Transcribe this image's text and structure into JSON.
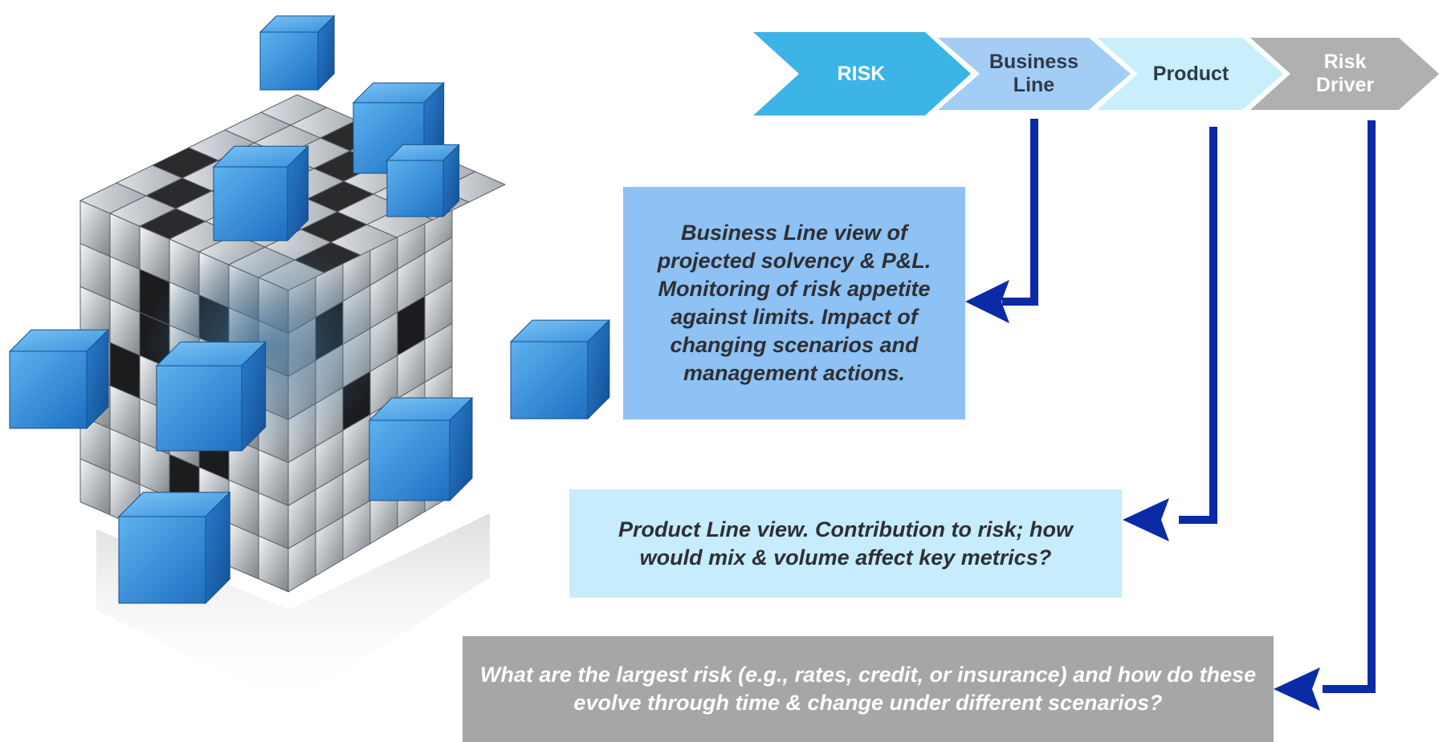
{
  "chevrons": [
    {
      "label": "RISK",
      "fill": "#3cb4e6",
      "text_color": "#ffffff"
    },
    {
      "label": "Business Line",
      "fill": "#a4cdf5",
      "text_color": "#2f3a4a"
    },
    {
      "label": "Product",
      "fill": "#c9eefc",
      "text_color": "#2f3a4a"
    },
    {
      "label": "Risk Driver",
      "fill": "#b0b0b0",
      "text_color": "#ffffff"
    }
  ],
  "boxes": {
    "business_line": "Business Line view of projected solvency & P&L. Monitoring of risk appetite against limits. Impact of changing scenarios and management actions.",
    "product": "Product Line view. Contribution to risk; how would mix & volume affect key metrics?",
    "risk_driver": "What are the largest risk (e.g., rates, credit, or insurance) and how do these evolve through time & change under different scenarios?"
  },
  "colors": {
    "connector": "#0b2aa6",
    "cube_blue": "#2a86d6",
    "cube_silver": "#c4c8cc"
  },
  "illustration": {
    "icon": "cube-puzzle-icon"
  }
}
